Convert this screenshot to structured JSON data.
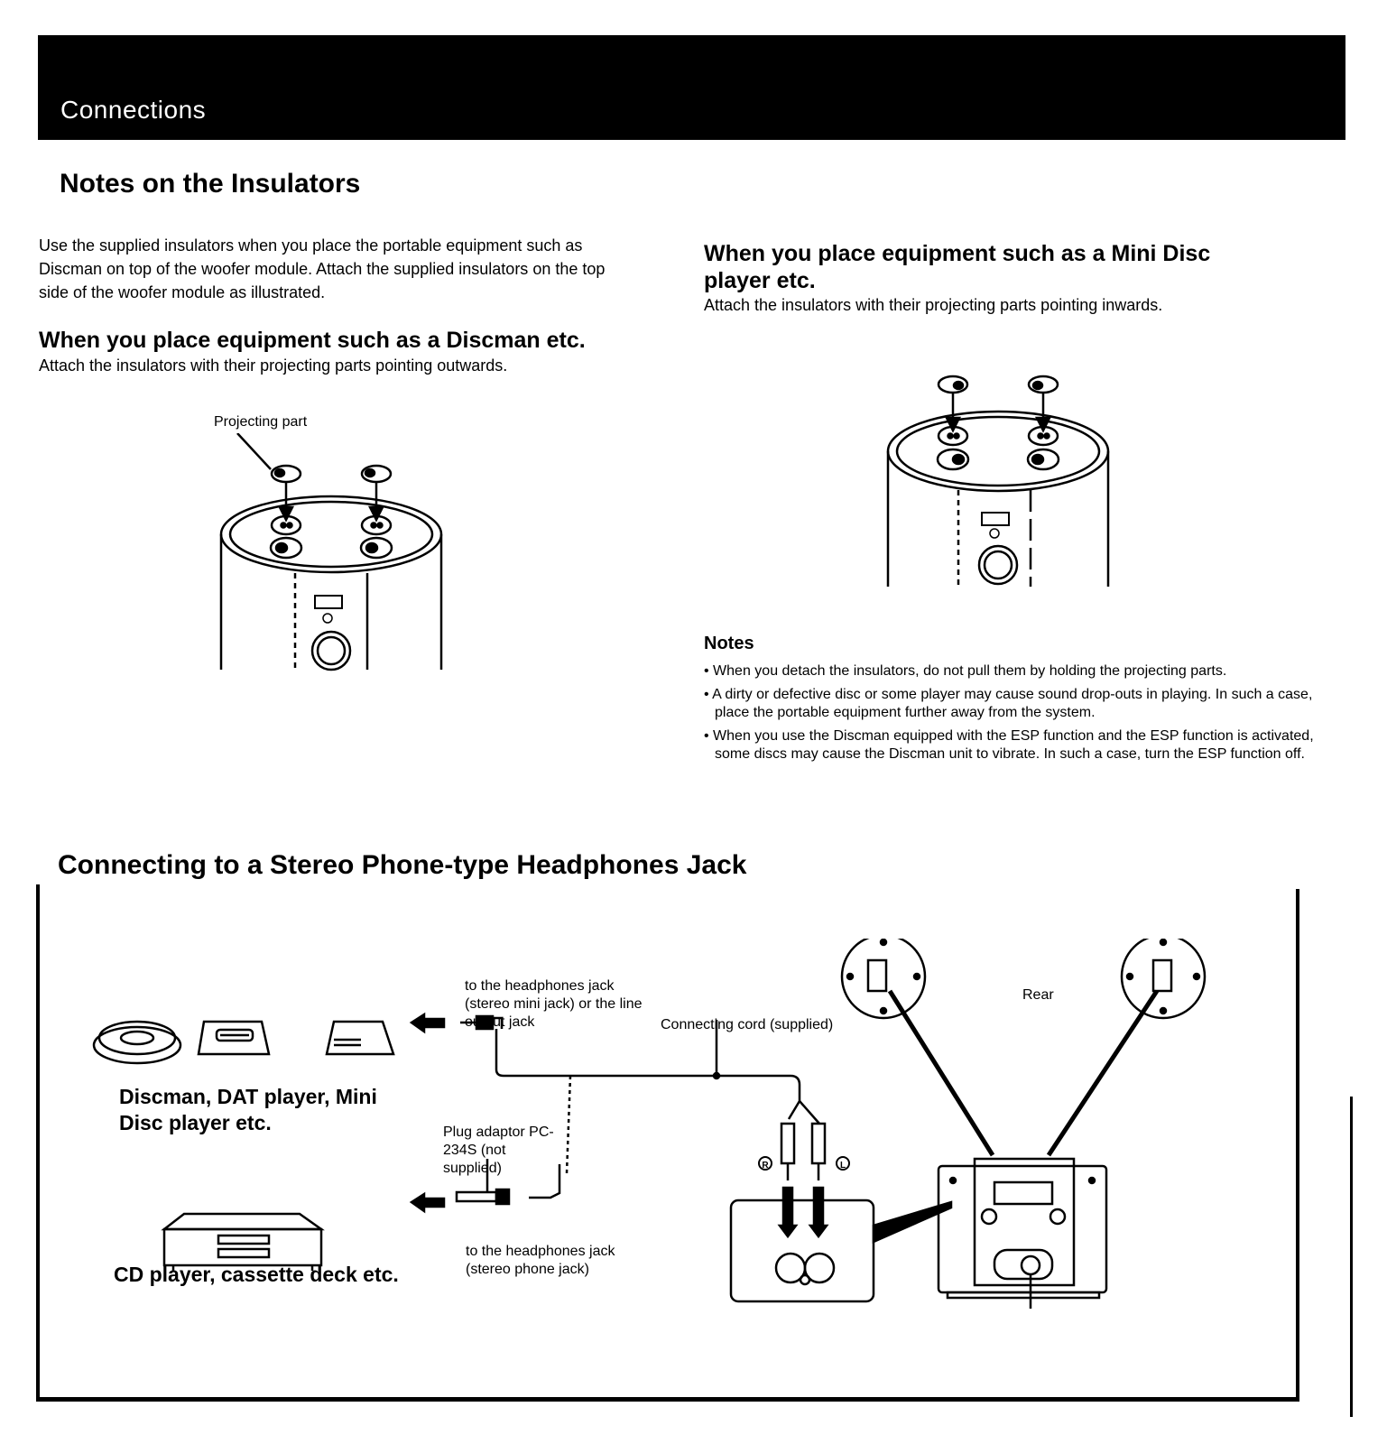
{
  "header": {
    "title": "Connections"
  },
  "insulators": {
    "title": "Notes on the Insulators",
    "intro": "Use the supplied insulators when you place the portable equipment such as Discman on top of the woofer module.  Attach the supplied insulators on the top side of the woofer module as illustrated.",
    "discman": {
      "heading": "When you place equipment such as a Discman etc.",
      "text": "Attach the insulators with their projecting parts pointing outwards.",
      "callout": "Projecting part"
    },
    "minidisc": {
      "heading_line1": "When you place equipment such as a Mini Disc",
      "heading_line2": "player etc.",
      "text": "Attach the insulators with their projecting parts pointing inwards."
    },
    "notes": {
      "title": "Notes",
      "items": [
        "• When you detach the insulators, do not pull them by holding the projecting parts.",
        "• A dirty or defective disc or some player may cause sound drop-outs in playing. In such a case, place the portable equipment further away from the system.",
        "• When you use the Discman equipped with the ESP function and the ESP function is activated, some discs may cause the Discman unit to vibrate.  In such a case, turn the ESP function off."
      ]
    }
  },
  "connecting": {
    "title": "Connecting to a Stereo Phone-type Headphones Jack",
    "mini_jack_label": "to the headphones jack (stereo mini jack) or the line output jack",
    "cord_label": "Connecting cord (supplied)",
    "rear_label": "Rear",
    "adaptor_label": "Plug adaptor PC-234S (not supplied)",
    "phone_jack_label": "to the headphones jack (stereo phone jack)",
    "portable_caption": "Discman, DAT player, Mini Disc player etc.",
    "cd_caption": "CD player, cassette deck etc.",
    "channel_r": "R",
    "channel_l": "L"
  }
}
